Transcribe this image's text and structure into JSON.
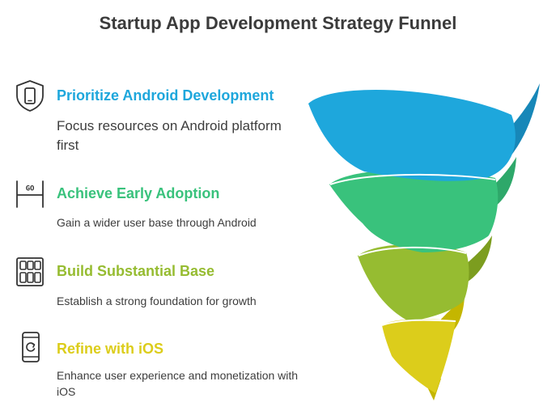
{
  "title": "Startup App Development Strategy Funnel",
  "colors": {
    "blue": "#1ea7dc",
    "green": "#39c27c",
    "olive": "#96bc31",
    "yellow": "#dccd1b"
  },
  "steps": [
    {
      "icon": "shield-phone-icon",
      "heading": "Prioritize Android Development",
      "description": "Focus resources on Android platform first",
      "color": "#1ea7dc"
    },
    {
      "icon": "go-sign-icon",
      "heading": "Achieve Early Adoption",
      "description": "Gain a wider user base through Android",
      "color": "#39c27c"
    },
    {
      "icon": "building-blocks-icon",
      "heading": "Build Substantial Base",
      "description": "Establish a strong foundation for growth",
      "color": "#96bc31"
    },
    {
      "icon": "phone-refresh-icon",
      "heading": "Refine with iOS",
      "description": "Enhance user experience and monetization with iOS",
      "color": "#dccd1b"
    }
  ],
  "go_sign_text": "GO"
}
